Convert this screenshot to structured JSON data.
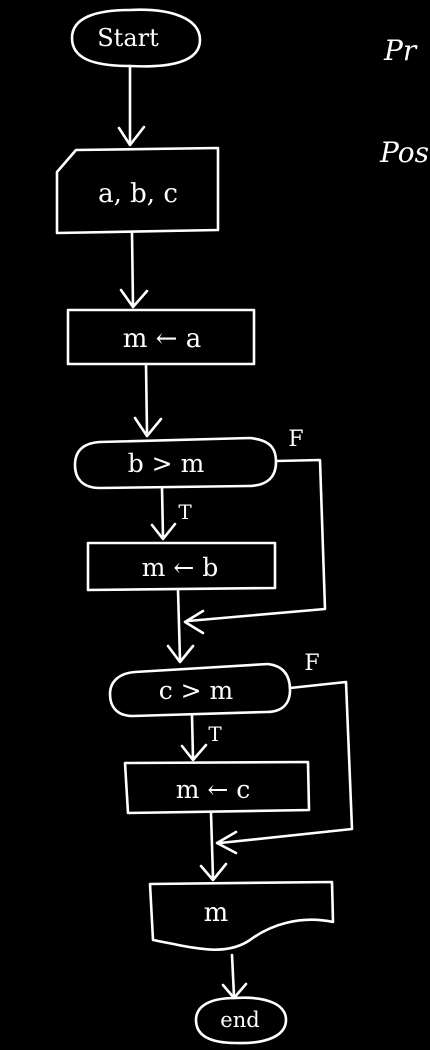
{
  "nodes": {
    "start": "Start",
    "input": "a, b, c",
    "assign_a": "m ← a",
    "cond_b": "b > m",
    "assign_b": "m ← b",
    "cond_c": "c > m",
    "assign_c": "m ← c",
    "output": "m",
    "end": "end"
  },
  "edge_labels": {
    "cond_b_true": "T",
    "cond_b_false": "F",
    "cond_c_true": "T",
    "cond_c_false": "F"
  },
  "side_notes": {
    "pre": "Pr",
    "post": "Pos"
  },
  "colors": {
    "background": "#000000",
    "ink": "#ffffff"
  }
}
